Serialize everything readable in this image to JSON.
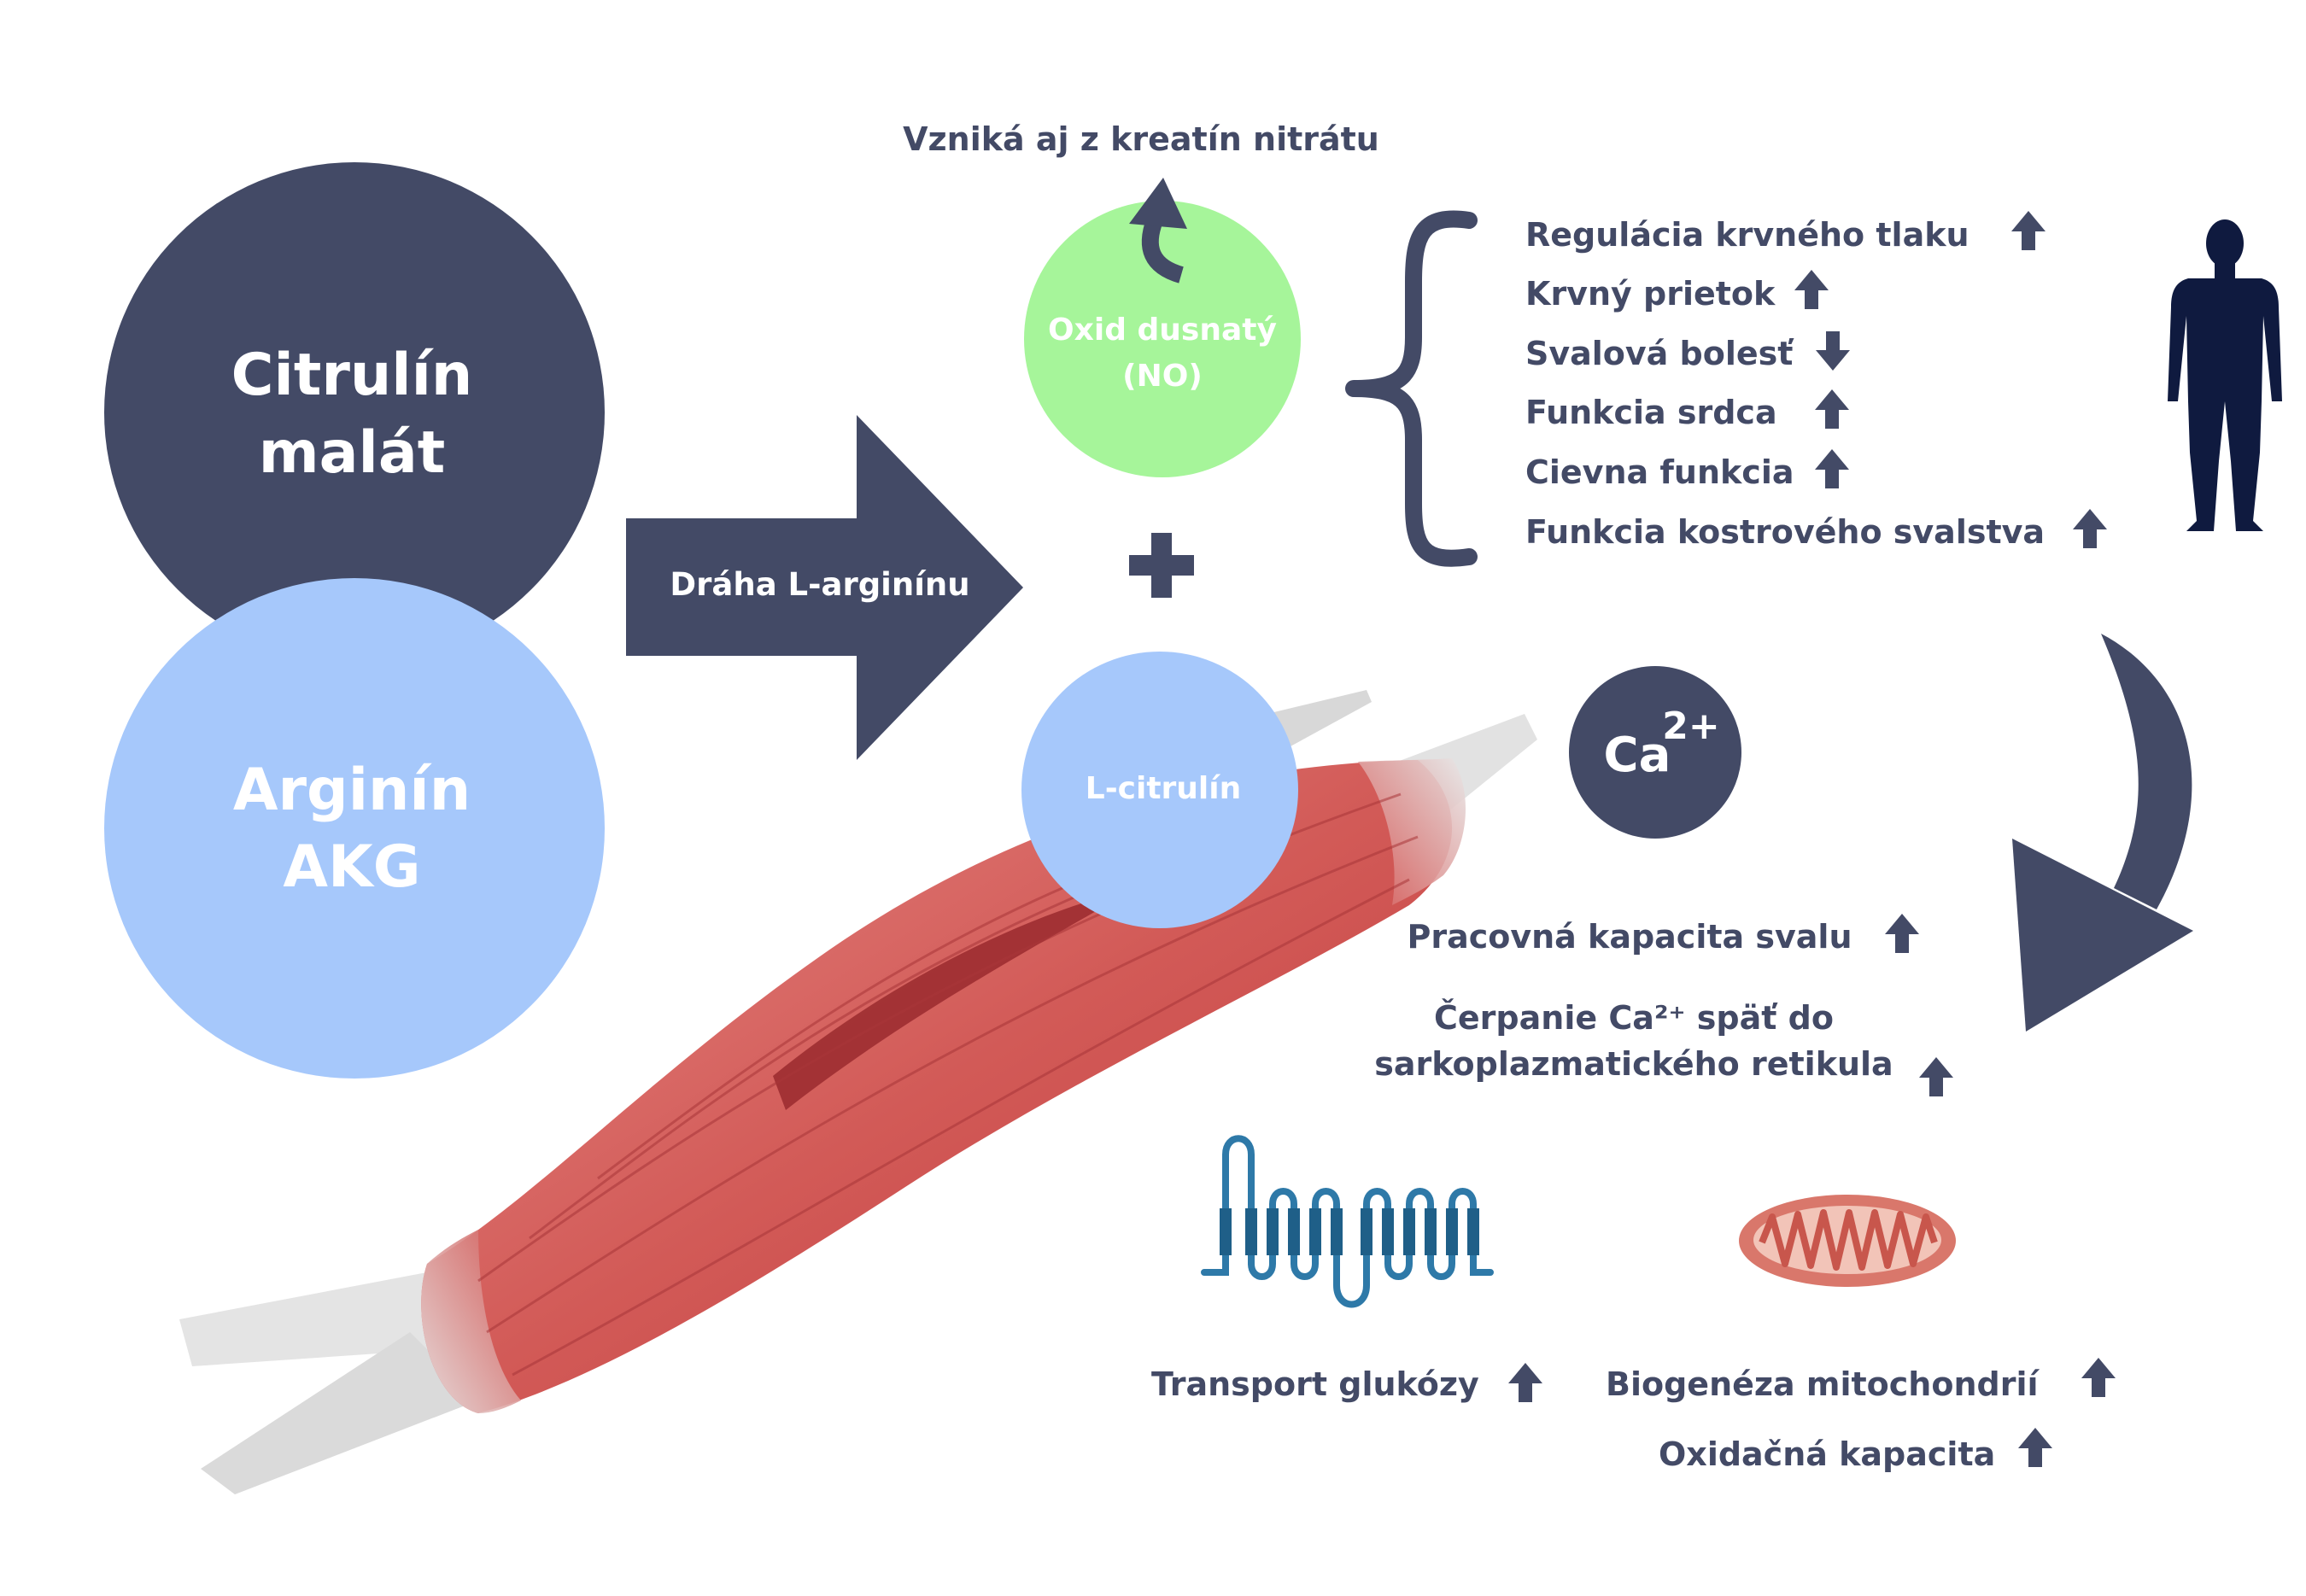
{
  "colors": {
    "navy": "#434a66",
    "light_blue": "#a6c8fb",
    "green": "#a6f59a",
    "muscle_red": "#cc4a4a",
    "tendon": "#dedede",
    "protein_blue": "#2e79a8",
    "mito_outer": "#d9776b"
  },
  "left_circles": {
    "citrulline_line1": "Citrulín",
    "citrulline_line2": "malát",
    "arginine_line1": "Arginín",
    "arginine_line2": "AKG"
  },
  "pathway_arrow": {
    "label": "Dráha L-arginínu"
  },
  "nitric_oxide": {
    "line1": "Oxid dusnatý",
    "line2": "(NO)",
    "source_note": "Vzniká aj z kreatín nitrátu"
  },
  "l_citrulline": {
    "label": "L-citrulín"
  },
  "calcium": {
    "symbol": "Ca",
    "charge": "2+"
  },
  "effects": [
    {
      "label": "Regulácia krvného tlaku",
      "direction": "up"
    },
    {
      "label": "Krvný prietok",
      "direction": "up"
    },
    {
      "label": "Svalová bolesť",
      "direction": "down"
    },
    {
      "label": "Funkcia srdca",
      "direction": "up"
    },
    {
      "label": "Cievna funkcia",
      "direction": "up"
    },
    {
      "label": "Funkcia kostrového svalstva",
      "direction": "up"
    }
  ],
  "muscle_effects": {
    "work_capacity": "Pracovná kapacita svalu",
    "ca_pump_line1": "Čerpanie Ca²⁺ späť do",
    "ca_pump_line2": "sarkoplazmatického retikula",
    "glucose_transport": "Transport glukózy",
    "mito_biogenesis": "Biogenéza mitochondrií",
    "oxidative_capacity": "Oxidačná kapacita"
  },
  "icons": {
    "plus": "plus-icon",
    "arrow_up": "arrow-up-icon",
    "arrow_down": "arrow-down-icon",
    "human": "human-silhouette-icon",
    "muscle": "muscle-illustration",
    "transporter": "glucose-transporter-icon",
    "mitochondrion": "mitochondrion-icon"
  }
}
